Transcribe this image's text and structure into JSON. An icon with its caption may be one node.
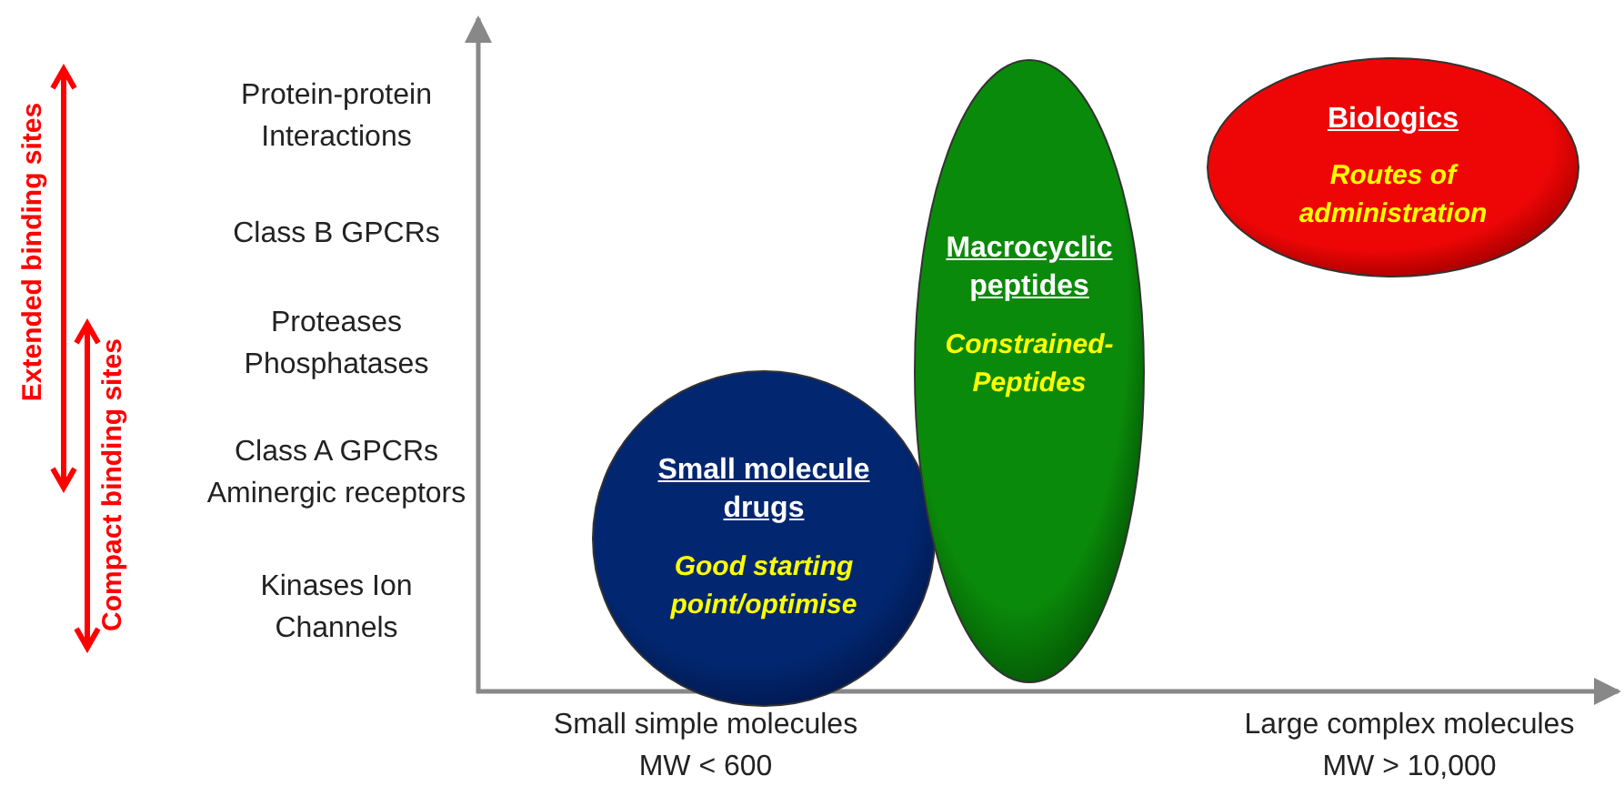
{
  "diagram": {
    "nodes": [
      {
        "text": [
          "Small molecule drugs",
          "Good starting point/optimise"
        ]
      },
      {
        "text": [
          "Macrocyclic peptides",
          "Constrained-Peptides"
        ]
      },
      {
        "text": [
          "Biologics",
          "Routes of administration"
        ]
      }
    ],
    "edges": [],
    "labels": [
      "Extended binding sites",
      "Compact binding sites",
      "Protein-protein Interactions",
      "Class B GPCRs",
      "Proteases Phosphatases",
      "Class A GPCRs Aminergic receptors",
      "Kinases Ion Channels",
      "Small simple molecules MW < 600",
      "Large complex molecules MW > 10,000"
    ]
  }
}
